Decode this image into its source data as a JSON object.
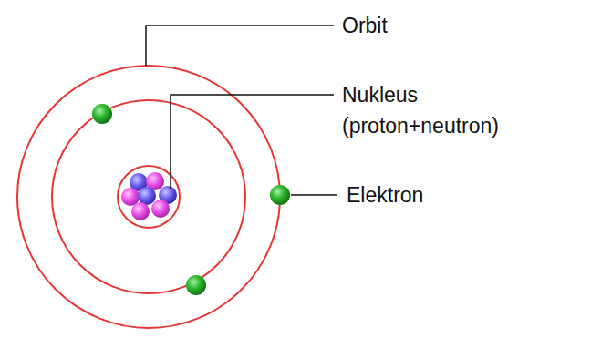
{
  "diagram": {
    "labels": [
      "Orbit",
      "Nukleus (proton+neutron)",
      "Elektron"
    ]
  }
}
